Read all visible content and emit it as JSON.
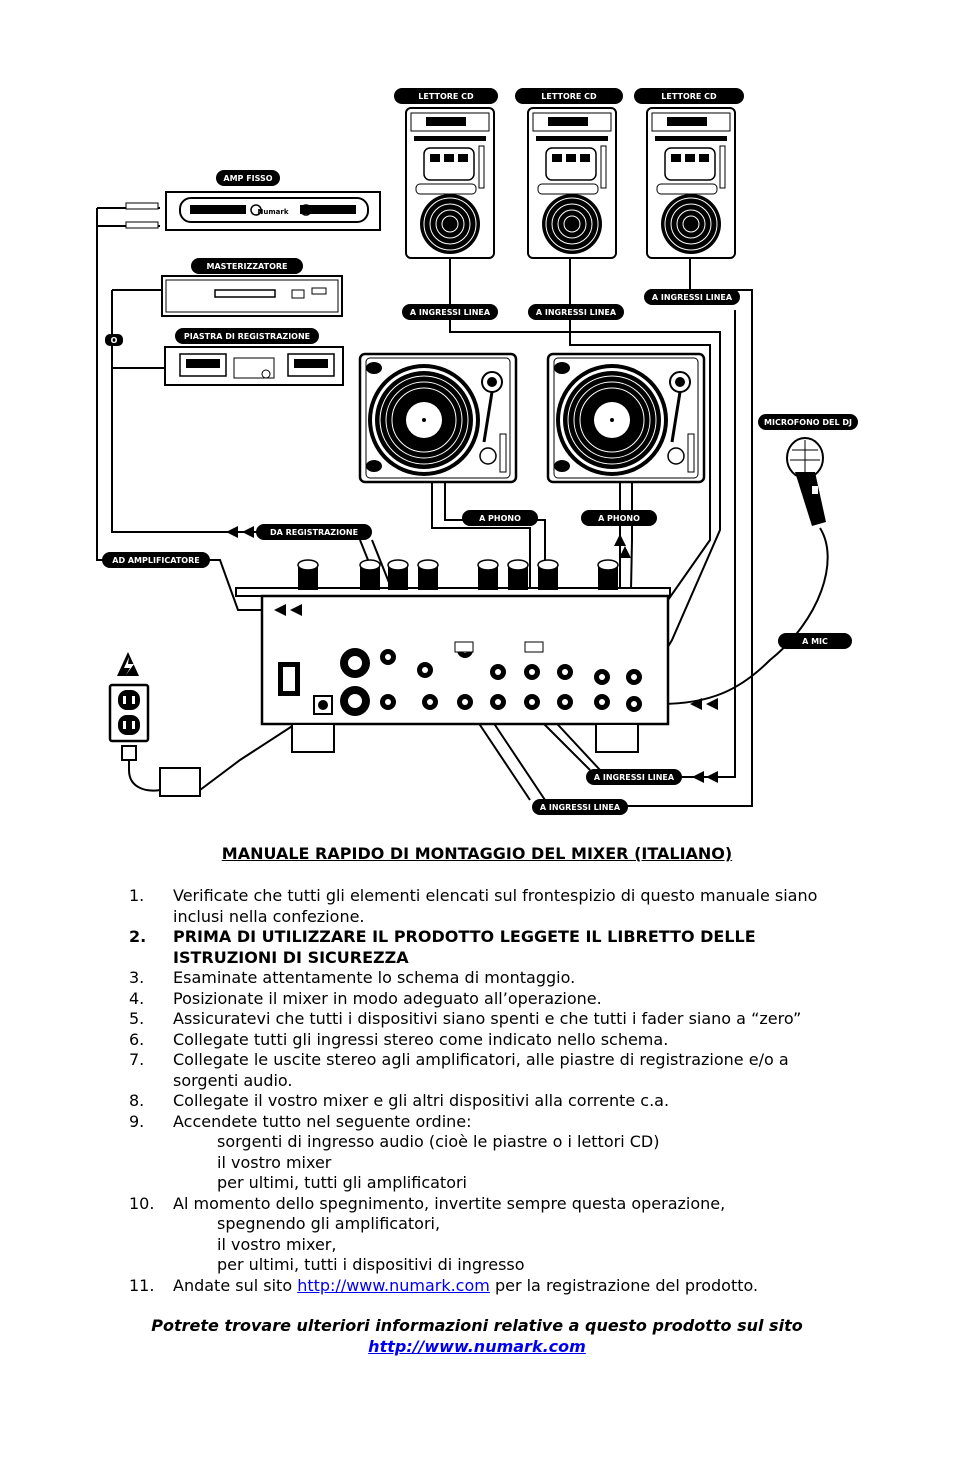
{
  "diagram": {
    "labels": {
      "cd1": "LETTORE CD",
      "cd2": "LETTORE CD",
      "cd3": "LETTORE CD",
      "amp": "AMP FISSO",
      "burner": "MASTERIZZATORE",
      "deck": "PIASTRA DI REGISTRAZIONE",
      "or": "O",
      "line1": "A INGRESSI  LINEA",
      "line2": "A INGRESSI  LINEA",
      "line3": "A INGRESSI  LINEA",
      "phono1": "A PHONO",
      "phono2": "A PHONO",
      "rec": "DA REGISTRAZIONE",
      "toamp": "AD AMPLIFICATORE",
      "micdj": "MICROFONO DEL DJ",
      "mic": "A MIC",
      "line4": "A INGRESSI  LINEA",
      "line5": "A INGRESSI  LINEA"
    },
    "brand": "Numark"
  },
  "manual": {
    "title": "MANUALE RAPIDO DI MONTAGGIO DEL MIXER (ITALIANO)",
    "steps": [
      {
        "n": "1.",
        "t": "Verificate che tutti gli elementi elencati sul frontespizio di questo manuale siano inclusi nella confezione."
      },
      {
        "n": "2.",
        "t": "PRIMA DI UTILIZZARE IL PRODOTTO LEGGETE IL LIBRETTO DELLE ISTRUZIONI DI SICUREZZA"
      },
      {
        "n": "3.",
        "t": "Esaminate attentamente lo schema di montaggio."
      },
      {
        "n": "4.",
        "t": "Posizionate il mixer in modo adeguato all’operazione."
      },
      {
        "n": "5.",
        "t": "Assicuratevi che tutti i dispositivi siano spenti e che tutti i fader siano a “zero”"
      },
      {
        "n": "6.",
        "t": "Collegate tutti gli ingressi stereo come indicato nello schema."
      },
      {
        "n": "7.",
        "t": "Collegate le uscite stereo agli amplificatori, alle piastre di registrazione e/o a sorgenti audio."
      },
      {
        "n": "8.",
        "t": "Collegate il vostro mixer e gli altri dispositivi alla corrente c.a."
      },
      {
        "n": "9.",
        "t": "Accendete tutto nel seguente ordine:",
        "s1": "sorgenti di ingresso audio (cioè le piastre o i lettori CD)",
        "s2": "il vostro mixer",
        "s3": "per ultimi, tutti gli amplificatori"
      },
      {
        "n": "10.",
        "t": "Al momento dello spegnimento, invertite sempre questa operazione,",
        "s1": "spegnendo gli amplificatori,",
        "s2": "il vostro mixer,",
        "s3": "per ultimi, tutti i dispositivi di ingresso"
      },
      {
        "n": "11.",
        "pre": "Andate sul sito ",
        "link": "http://www.numark.com",
        "post": " per la registrazione del prodotto."
      }
    ],
    "footer": "Potrete trovare ulteriori informazioni relative a questo prodotto sul sito",
    "footer_link": "http://www.numark.com"
  }
}
